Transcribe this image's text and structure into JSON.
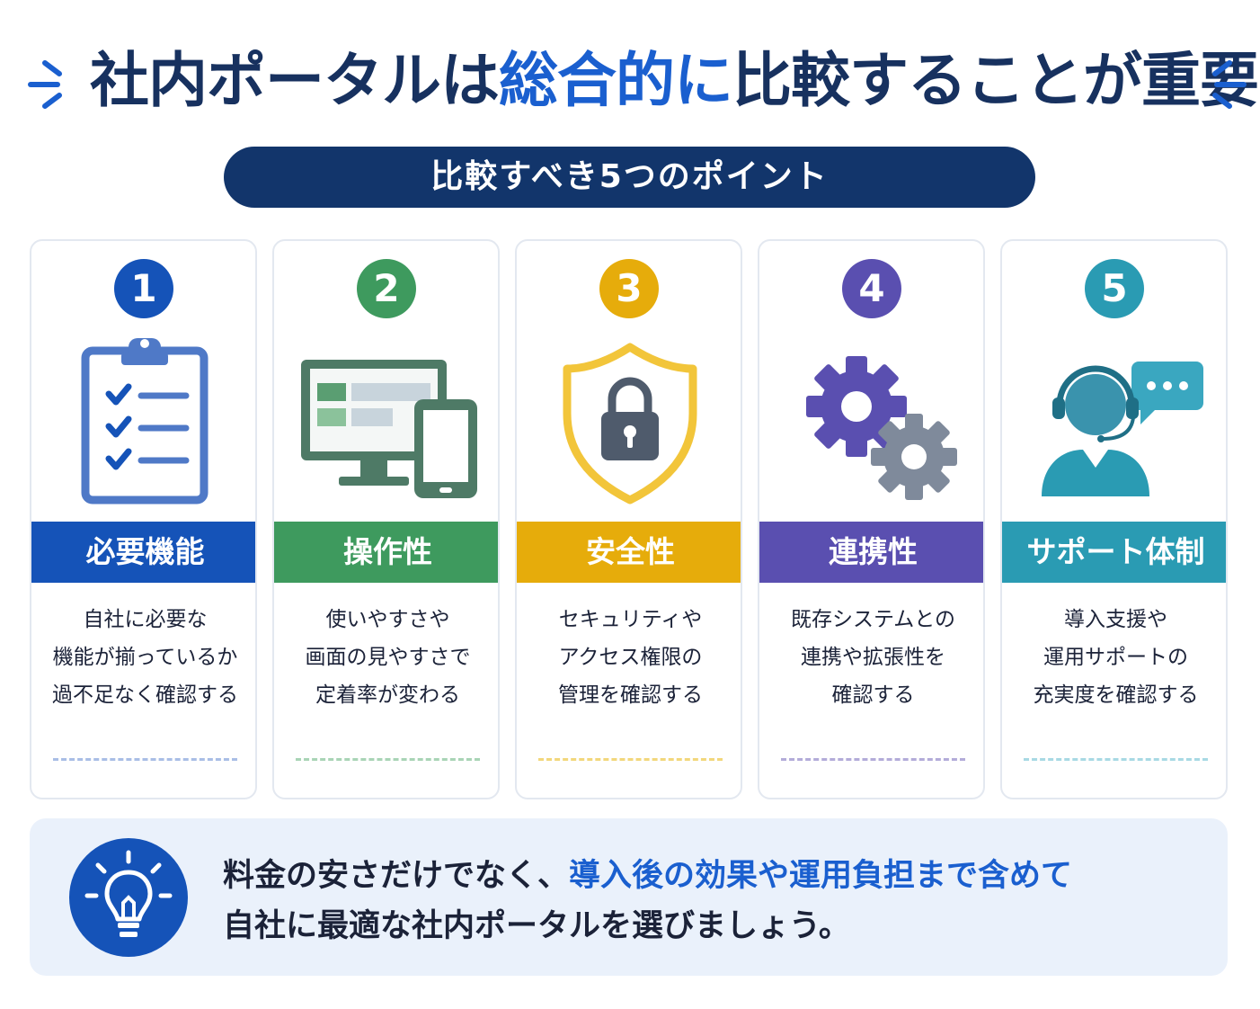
{
  "title": {
    "part1": "社内ポータルは",
    "highlight": "総合的に",
    "part2": "比較することが重要"
  },
  "subtitle": "比較すべき5つのポイント",
  "colors": {
    "navy": "#12356b",
    "blue": "#1a5fcf",
    "green": "#3e9a5e",
    "yellow": "#e6ac0b",
    "purple": "#5a4fb0",
    "teal": "#2a9bb3"
  },
  "cards": [
    {
      "number": "1",
      "label": "必要機能",
      "icon": "clipboard-checklist-icon",
      "lines": [
        "自社に必要な",
        "機能が揃っているか",
        "過不足なく確認する"
      ]
    },
    {
      "number": "2",
      "label": "操作性",
      "icon": "monitor-and-tablet-icon",
      "lines": [
        "使いやすさや",
        "画面の見やすさで",
        "定着率が変わる"
      ]
    },
    {
      "number": "3",
      "label": "安全性",
      "icon": "shield-lock-icon",
      "lines": [
        "セキュリティや",
        "アクセス権限の",
        "管理を確認する"
      ]
    },
    {
      "number": "4",
      "label": "連携性",
      "icon": "gears-icon",
      "lines": [
        "既存システムとの",
        "連携や拡張性を",
        "確認する"
      ]
    },
    {
      "number": "5",
      "label": "サポート体制",
      "icon": "support-operator-icon",
      "lines": [
        "導入支援や",
        "運用サポートの",
        "充実度を確認する"
      ]
    }
  ],
  "callout": {
    "line1_part1": "料金の安さだけでなく、",
    "line1_highlight": "導入後の効果や運用負担まで含めて",
    "line2": "自社に最適な社内ポータルを選びましょう。",
    "icon": "lightbulb-icon"
  }
}
